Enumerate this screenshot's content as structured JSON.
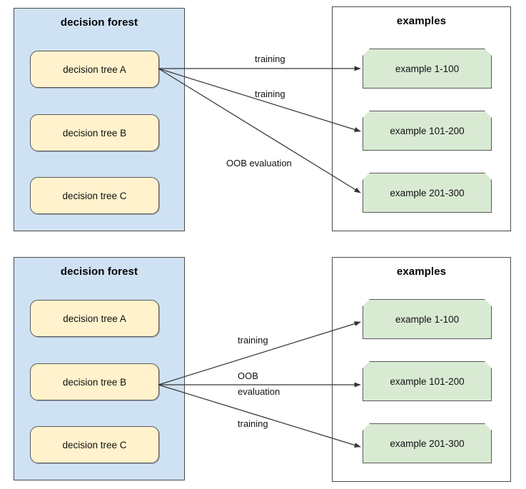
{
  "diagrams": [
    {
      "id": "top",
      "forest": {
        "title": "decision forest",
        "trees": [
          {
            "label": "decision tree A",
            "active": true
          },
          {
            "label": "decision tree B",
            "active": false
          },
          {
            "label": "decision tree C",
            "active": false
          }
        ]
      },
      "examples": {
        "title": "examples",
        "items": [
          {
            "label": "example 1-100"
          },
          {
            "label": "example 101-200"
          },
          {
            "label": "example 201-300"
          }
        ]
      },
      "edges": [
        {
          "label": "training",
          "from_tree": "decision tree A",
          "to_example": "example 1-100"
        },
        {
          "label": "training",
          "from_tree": "decision tree A",
          "to_example": "example 101-200"
        },
        {
          "label": "OOB evaluation",
          "from_tree": "decision tree A",
          "to_example": "example 201-300"
        }
      ]
    },
    {
      "id": "bottom",
      "forest": {
        "title": "decision forest",
        "trees": [
          {
            "label": "decision tree A",
            "active": false
          },
          {
            "label": "decision tree B",
            "active": true
          },
          {
            "label": "decision tree C",
            "active": false
          }
        ]
      },
      "examples": {
        "title": "examples",
        "items": [
          {
            "label": "example 1-100"
          },
          {
            "label": "example 101-200"
          },
          {
            "label": "example 201-300"
          }
        ]
      },
      "edges": [
        {
          "label": "training",
          "from_tree": "decision tree B",
          "to_example": "example 1-100"
        },
        {
          "label_line_1": "OOB",
          "label_line_2": "evaluation",
          "from_tree": "decision tree B",
          "to_example": "example 101-200"
        },
        {
          "label": "training",
          "from_tree": "decision tree B",
          "to_example": "example 201-300"
        }
      ]
    }
  ],
  "colors": {
    "forest_panel_fill": "#cfe2f3",
    "tree_box_fill": "#fff2cc",
    "example_box_fill": "#d9ead3",
    "border": "#4a4a4a",
    "arrow": "#333333",
    "text": "#111111",
    "page_background": "#ffffff"
  }
}
